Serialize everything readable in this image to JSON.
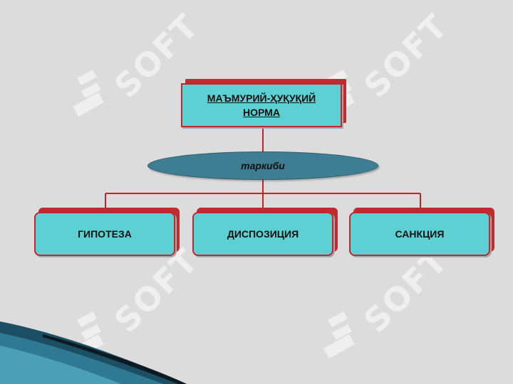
{
  "diagram": {
    "root": {
      "label_line1": "МАЪМУРИЙ-ҲУҚУҚИЙ",
      "label_line2": "НОРМА"
    },
    "connector": {
      "label": "таркиби"
    },
    "children": [
      {
        "label": "ГИПОТЕЗА"
      },
      {
        "label": "ДИСПОЗИЦИЯ"
      },
      {
        "label": "САНКЦИЯ"
      }
    ]
  },
  "watermark": {
    "text": "SOFT"
  },
  "colors": {
    "box_fill": "#5cd0d2",
    "box_border": "#c0282c",
    "oval_fill": "#3f7d92",
    "line": "#b8282b",
    "background": "#dcdcdc"
  }
}
